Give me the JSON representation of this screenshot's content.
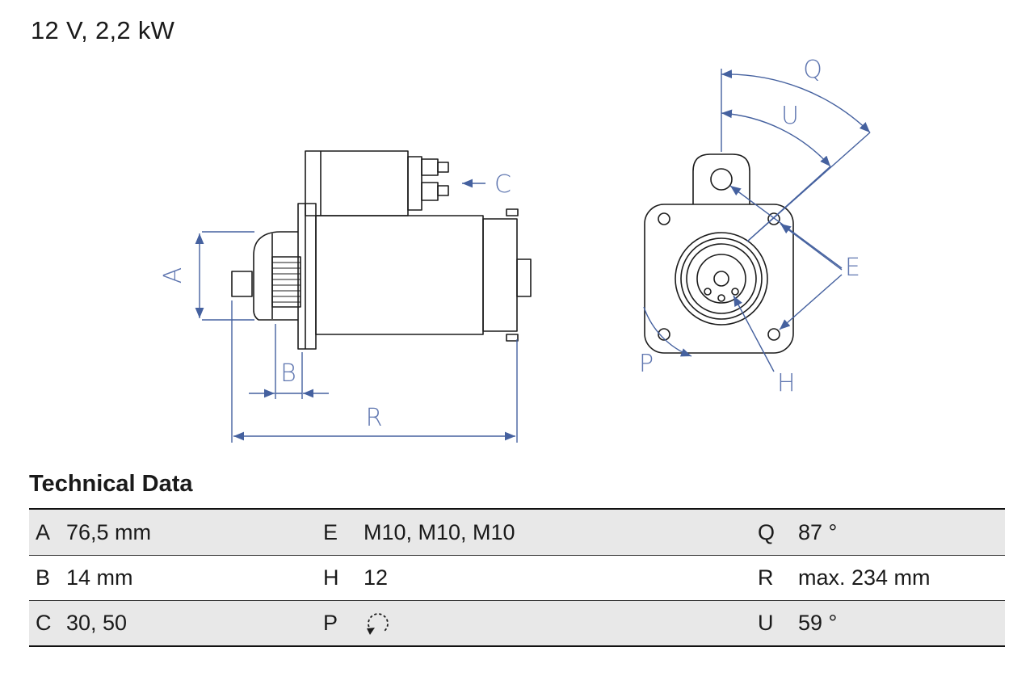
{
  "header": {
    "title": "12 V, 2,2 kW"
  },
  "diagram": {
    "labels": {
      "A": "A",
      "B": "B",
      "C": "C",
      "R": "R",
      "Q": "Q",
      "U": "U",
      "E": "E",
      "P": "P",
      "H": "H"
    },
    "colors": {
      "outline": "#1c1c1c",
      "dimension": "#45619f",
      "label": "#5f76b0"
    }
  },
  "table": {
    "title": "Technical Data",
    "rows": [
      {
        "cells": [
          {
            "key": "A",
            "value": "76,5 mm"
          },
          {
            "key": "E",
            "value": "M10, M10, M10"
          },
          {
            "key": "Q",
            "value": "87 °"
          }
        ]
      },
      {
        "cells": [
          {
            "key": "B",
            "value": "14 mm"
          },
          {
            "key": "H",
            "value": "12"
          },
          {
            "key": "R",
            "value": "max. 234 mm"
          }
        ]
      },
      {
        "cells": [
          {
            "key": "C",
            "value": "30, 50"
          },
          {
            "key": "P",
            "value": "",
            "icon": "rotation-direction"
          },
          {
            "key": "U",
            "value": "59 °"
          }
        ]
      }
    ]
  }
}
